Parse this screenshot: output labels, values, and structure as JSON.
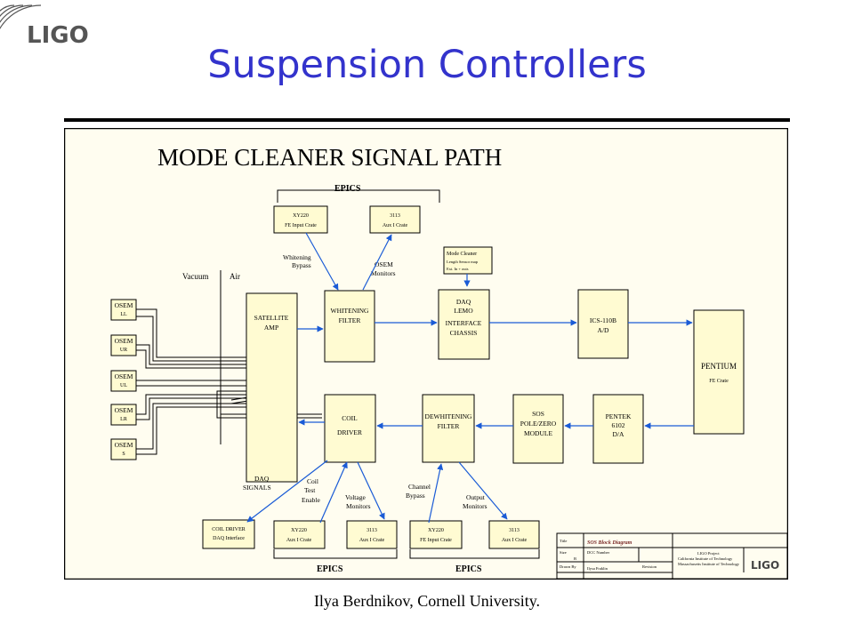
{
  "logo": {
    "text": "LIGO"
  },
  "slide": {
    "title": "Suspension Controllers"
  },
  "footer": {
    "text": "Ilya Berdnikov, Cornell University."
  },
  "diagram": {
    "title": "MODE CLEANER SIGNAL PATH",
    "epics_label": "EPICS",
    "epics_bottom_left": "EPICS",
    "epics_bottom_right": "EPICS",
    "top_fe_input": {
      "line1": "XY220",
      "line2": "FE Input Crate"
    },
    "top_aux": {
      "line1": "3113",
      "line2": "Aux I Crate"
    },
    "mode_cleaner_note": {
      "line1": "Mode Cleaner",
      "line2": "Length Sensor map",
      "line3": "Ext. In + outs"
    },
    "whitening_bypass": {
      "line1": "Whitening",
      "line2": "Bypass"
    },
    "osem_monitors": {
      "line1": "OSEM",
      "line2": "Monitors"
    },
    "vacuum": "Vacuum",
    "air": "Air",
    "osems": [
      "LL",
      "UR",
      "UL",
      "LR",
      "S"
    ],
    "osem_label": "OSEM",
    "satellite_amp": {
      "line1": "SATELLITE",
      "line2": "AMP"
    },
    "whitening_filter": {
      "line1": "WHITENING",
      "line2": "FILTER"
    },
    "daq_chassis": {
      "line1": "DAQ",
      "line2": "LEMO",
      "line3": "INTERFACE",
      "line4": "CHASSIS"
    },
    "ics_ad": {
      "line1": "ICS-110B",
      "line2": "A/D"
    },
    "pentium": {
      "line1": "PENTIUM",
      "line2": "FE Crate"
    },
    "coil_driver": {
      "line1": "COIL",
      "line2": "DRIVER"
    },
    "dewhitening_filter": {
      "line1": "DEWHITENING",
      "line2": "FILTER"
    },
    "sos_module": {
      "line1": "SOS",
      "line2": "POLE/ZERO",
      "line3": "MODULE"
    },
    "pentek": {
      "line1": "PENTEK",
      "line2": "6102",
      "line3": "D/A"
    },
    "daq_signals": {
      "line1": "DAQ",
      "line2": "SIGNALS"
    },
    "coil_test": {
      "line1": "Coil",
      "line2": "Test",
      "line3": "Enable"
    },
    "voltage_monitors": {
      "line1": "Voltage",
      "line2": "Monitors"
    },
    "channel_bypass": {
      "line1": "Channel",
      "line2": "Bypass"
    },
    "output_monitors": {
      "line1": "Output",
      "line2": "Monitors"
    },
    "coil_driver_daq": {
      "line1": "COIL DRIVER",
      "line2": "DAQ Interface"
    },
    "bottom_boxes": [
      {
        "line1": "XY220",
        "line2": "Aux I Crate"
      },
      {
        "line1": "3113",
        "line2": "Aux I Crate"
      },
      {
        "line1": "XY220",
        "line2": "FE Input Crate"
      },
      {
        "line1": "3113",
        "line2": "Aux I Crate"
      }
    ],
    "titleblock": {
      "title_key": "Title",
      "title_val": "SOS Block Diagram",
      "size_key": "Size",
      "number_key": "DCC Number",
      "size_val": "B",
      "drawn_key": "Drawn By",
      "drawn_val": "Ilysa Fraklin",
      "date_key": "Revision",
      "project_line1": "LIGO Project",
      "project_line2": "California Institute of Technology",
      "project_line3": "Massachusetts Institute of Technology",
      "logo": "LIGO"
    }
  }
}
